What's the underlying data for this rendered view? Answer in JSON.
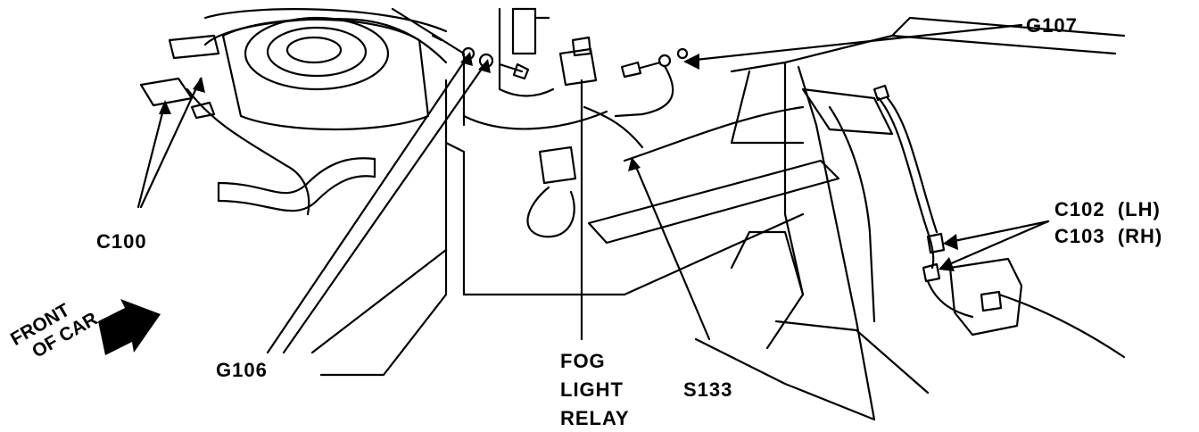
{
  "labels": {
    "g107": "G107",
    "c100": "C100",
    "c102": "C102  (LH)",
    "c103": "C103  (RH)",
    "g106": "G106",
    "fog_line1": "FOG",
    "fog_line2": "LIGHT",
    "fog_line3": "RELAY",
    "s133": "S133",
    "front_line1": "FRONT",
    "front_line2": "OF CAR"
  },
  "colors": {
    "ink": "#000000",
    "paper": "#ffffff"
  }
}
